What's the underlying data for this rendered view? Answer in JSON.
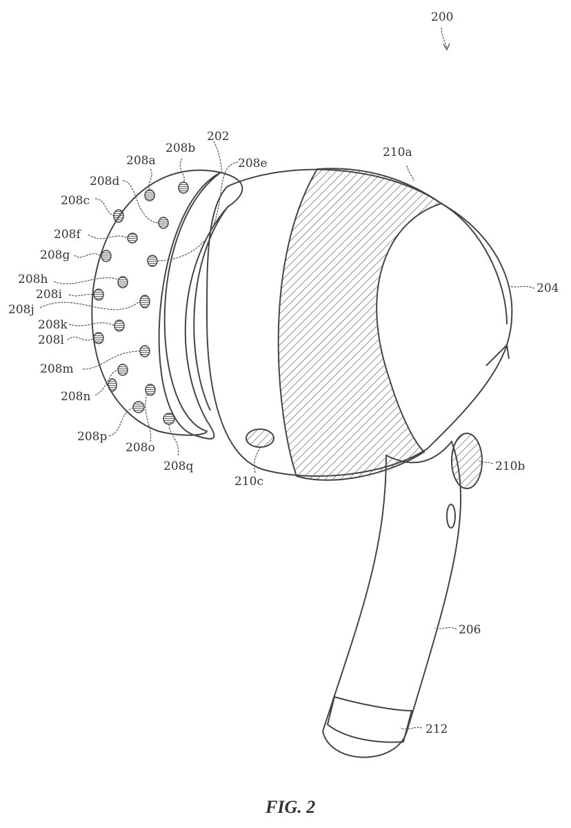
{
  "figure": {
    "caption": "FIG. 2",
    "ref_main": "200",
    "labels": {
      "l202": "202",
      "l204": "204",
      "l206": "206",
      "l208a": "208a",
      "l208b": "208b",
      "l208c": "208c",
      "l208d": "208d",
      "l208e": "208e",
      "l208f": "208f",
      "l208g": "208g",
      "l208h": "208h",
      "l208i": "208i",
      "l208j": "208j",
      "l208k": "208k",
      "l208l": "208l",
      "l208m": "208m",
      "l208n": "208n",
      "l208o": "208o",
      "l208p": "208p",
      "l208q": "208q",
      "l210a": "210a",
      "l210b": "210b",
      "l210c": "210c",
      "l212": "212"
    }
  }
}
